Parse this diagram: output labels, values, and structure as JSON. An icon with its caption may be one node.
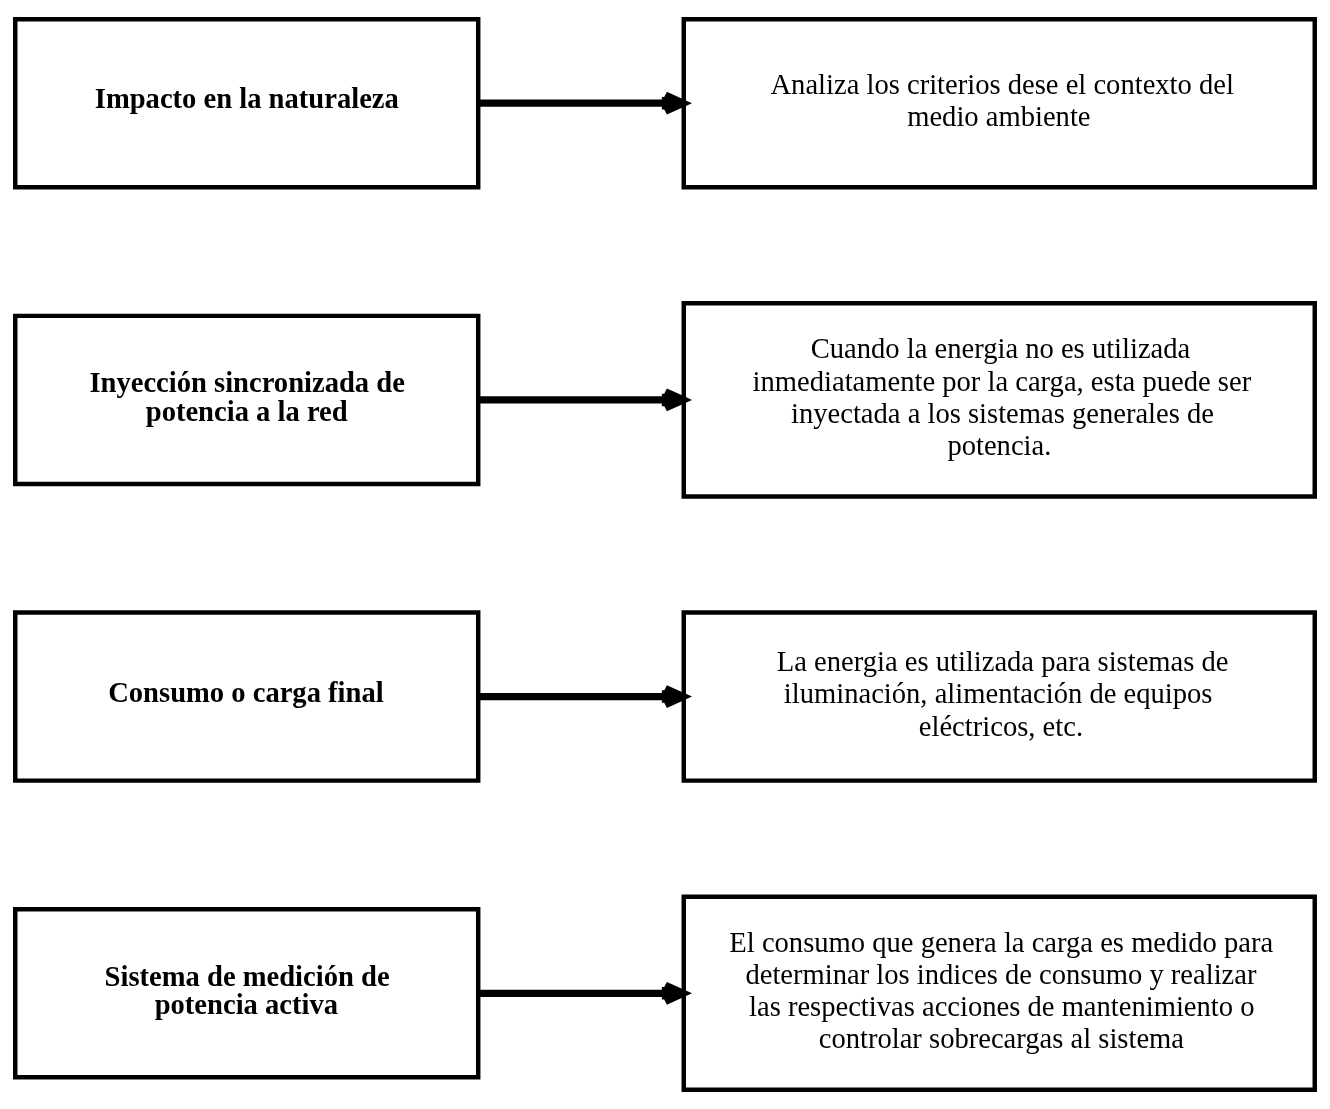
{
  "diagram": {
    "nodes": [
      {
        "text": [
          "Sistema de medición de potencia activa"
        ]
      },
      {
        "text": [
          "El consumo que genera la carga es medido para determinar los indices de consumo y realizar las respectivas acciones de mantenimiento o controlar sobrecargas al sistema"
        ]
      },
      {
        "text": [
          "Consumo o carga final"
        ]
      },
      {
        "text": [
          "La energia es utilizada para sistemas de iluminación, alimentación de equipos eléctricos, etc."
        ]
      },
      {
        "text": [
          "Inyección sincronizada de potencia a la red"
        ]
      },
      {
        "text": [
          "Cuando la energia no es utilizada inmediatamente por la carga, esta puede ser inyectada a los sistemas generales de potencia."
        ]
      },
      {
        "text": [
          "Impacto en la naturaleza"
        ]
      },
      {
        "text": [
          "Analiza los criterios dese el contexto del medio ambiente"
        ]
      }
    ],
    "edges": [
      {
        "from": 0,
        "to": 1,
        "arrow": "to"
      },
      {
        "from": 2,
        "to": 3,
        "arrow": "to"
      },
      {
        "from": 4,
        "to": 5,
        "arrow": "to"
      },
      {
        "from": 6,
        "to": 7,
        "arrow": "to"
      }
    ]
  }
}
